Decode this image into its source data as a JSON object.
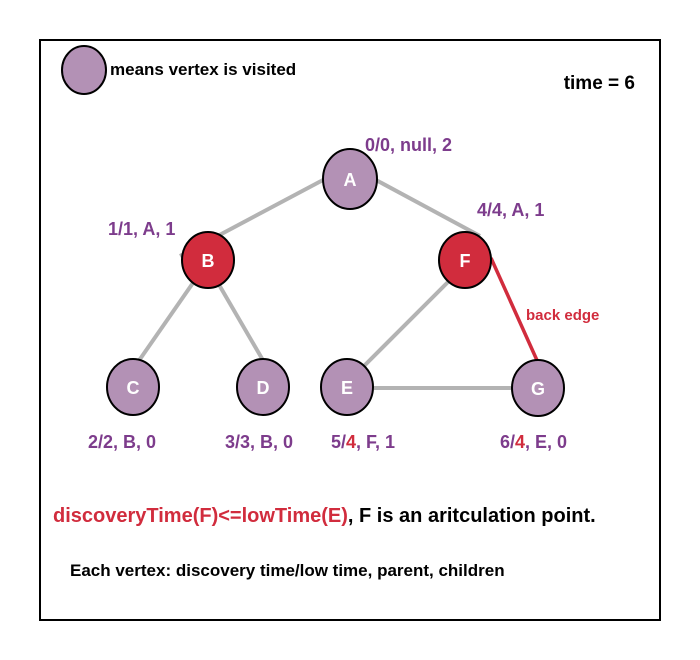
{
  "legend": {
    "text": "means vertex is visited",
    "visited_color": "#b391b5",
    "articulation_color": "#d12c3d"
  },
  "time_label": "time = 6",
  "nodes": {
    "A": {
      "label": "A",
      "info": "0/0, null, 2"
    },
    "B": {
      "label": "B",
      "info": "1/1, A, 1"
    },
    "C": {
      "label": "C",
      "info": "2/2, B, 0"
    },
    "D": {
      "label": "D",
      "info": "3/3, B, 0"
    },
    "E": {
      "label": "E",
      "info_pre": "5/",
      "info_low": "4",
      "info_post": ", F, 1"
    },
    "F": {
      "label": "F",
      "info": "4/4, A, 1"
    },
    "G": {
      "label": "G",
      "info_pre": "6/",
      "info_low": "4",
      "info_post": ", E, 0"
    }
  },
  "edges": [
    [
      "A",
      "B"
    ],
    [
      "A",
      "F"
    ],
    [
      "B",
      "C"
    ],
    [
      "B",
      "D"
    ],
    [
      "F",
      "E"
    ],
    [
      "E",
      "G"
    ],
    [
      "F",
      "G"
    ]
  ],
  "back_edge_label": "back edge",
  "conclusion": {
    "condition": "discoveryTime(F)<=lowTime(E)",
    "rest": ", F is an aritculation point."
  },
  "footnote": "Each vertex: discovery time/low time, parent, children"
}
